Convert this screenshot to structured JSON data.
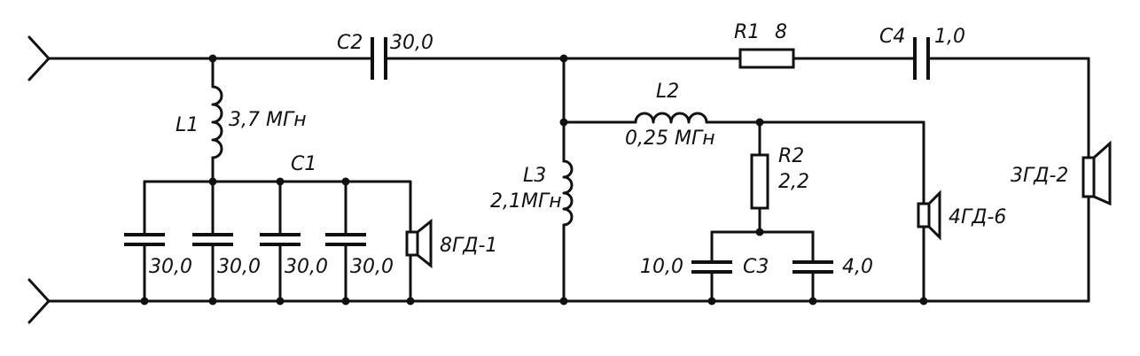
{
  "labels": {
    "c2_ref": "C2",
    "c2_val": "30,0",
    "r1_ref": "R1",
    "r1_val": "8",
    "c4_ref": "C4",
    "c4_val": "1,0",
    "l1_ref": "L1",
    "l1_val": "3,7 МГн",
    "c1_ref": "C1",
    "c1a_val": "30,0",
    "c1b_val": "30,0",
    "c1c_val": "30,0",
    "c1d_val": "30,0",
    "spk1": "8ГД-1",
    "l3_ref": "L3",
    "l3_val": "2,1МГн",
    "l2_ref": "L2",
    "l2_val": "0,25 МГн",
    "r2_ref": "R2",
    "r2_val": "2,2",
    "c3_ref": "C3",
    "c3a_val": "10,0",
    "c3b_val": "4,0",
    "spk2": "4ГД-6",
    "spk3": "3ГД-2"
  }
}
